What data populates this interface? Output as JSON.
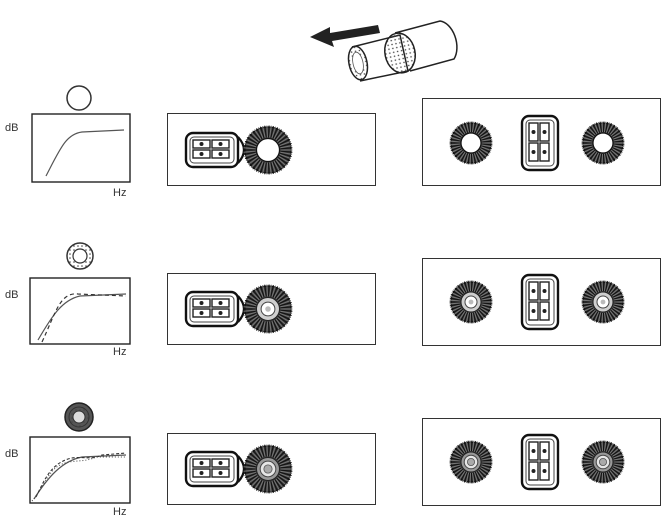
{
  "graph_labels": {
    "y_axis": "dB",
    "x_axis": "Hz"
  },
  "rows": [
    {
      "variant": "plain"
    },
    {
      "variant": "ring"
    },
    {
      "variant": "dense"
    }
  ]
}
